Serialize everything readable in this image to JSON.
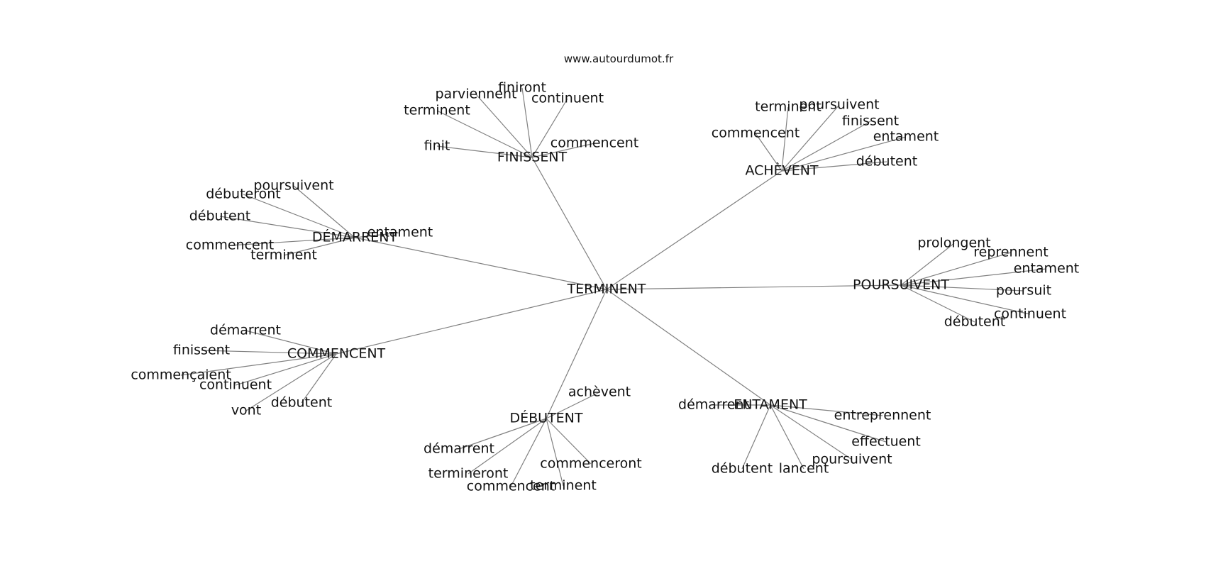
{
  "source": "www.autourdumot.fr",
  "graph": {
    "center": "TERMINENT",
    "clusters": [
      {
        "hub": "FINISSENT",
        "leaves": [
          "finiront",
          "parviennent",
          "continuent",
          "terminent",
          "finit",
          "commencent"
        ]
      },
      {
        "hub": "ACHÈVENT",
        "leaves": [
          "terminent",
          "poursuivent",
          "finissent",
          "commencent",
          "entament",
          "débutent"
        ]
      },
      {
        "hub": "DÉMARRENT",
        "leaves": [
          "poursuivent",
          "débuteront",
          "débutent",
          "entament",
          "commencent",
          "terminent"
        ]
      },
      {
        "hub": "POURSUIVENT",
        "leaves": [
          "prolongent",
          "reprennent",
          "entament",
          "poursuit",
          "continuent",
          "débutent"
        ]
      },
      {
        "hub": "COMMENCENT",
        "leaves": [
          "démarrent",
          "finissent",
          "commençaient",
          "continuent",
          "débutent",
          "vont"
        ]
      },
      {
        "hub": "DÉBUTENT",
        "leaves": [
          "achèvent",
          "démarrent",
          "termineront",
          "commenceront",
          "commencent",
          "terminent"
        ]
      },
      {
        "hub": "ENTAMENT",
        "leaves": [
          "démarrent",
          "entreprennent",
          "effectuent",
          "poursuivent",
          "débutent",
          "lancent"
        ]
      }
    ]
  }
}
